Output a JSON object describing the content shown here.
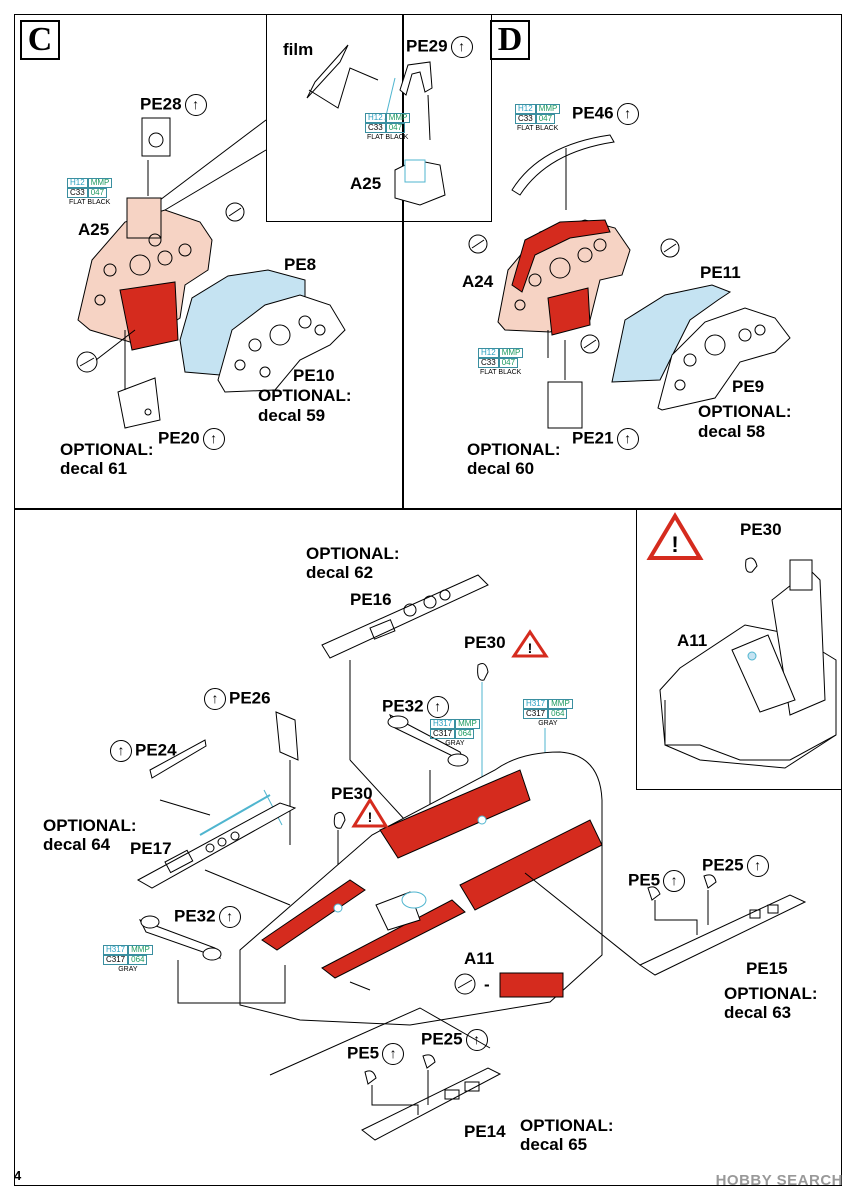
{
  "panel_c": {
    "letter": "C"
  },
  "panel_d": {
    "letter": "D"
  },
  "labels": {
    "film": "film",
    "pe29": "PE29",
    "a25_inset": "A25",
    "pe28": "PE28",
    "a25": "A25",
    "pe8": "PE8",
    "pe10": "PE10",
    "c_opt_59": "OPTIONAL:",
    "decal59": "decal 59",
    "c_opt_61": "OPTIONAL:",
    "decal61": "decal 61",
    "pe20": "PE20",
    "pe46": "PE46",
    "a24": "A24",
    "pe11": "PE11",
    "pe9": "PE9",
    "d_opt_58": "OPTIONAL:",
    "decal58": "decal 58",
    "d_opt_60": "OPTIONAL:",
    "decal60": "decal 60",
    "pe21": "PE21",
    "opt62": "OPTIONAL:",
    "decal62": "decal 62",
    "pe16": "PE16",
    "pe30_top": "PE30",
    "pe32_top": "PE32",
    "pe26": "PE26",
    "pe24": "PE24",
    "opt64": "OPTIONAL:",
    "decal64": "decal 64",
    "pe17": "PE17",
    "pe30_mid": "PE30",
    "pe32_left": "PE32",
    "a11_main": "A11",
    "a11_dash": "-",
    "pe5_right": "PE5",
    "pe25_right": "PE25",
    "pe15": "PE15",
    "opt63": "OPTIONAL:",
    "decal63": "decal 63",
    "pe5_bottom": "PE5",
    "pe25_bottom": "PE25",
    "pe14": "PE14",
    "opt65": "OPTIONAL:",
    "decal65": "decal 65",
    "pe30_inset": "PE30",
    "a11_inset": "A11"
  },
  "paint_codes": {
    "flat_black": {
      "h": "H12",
      "m": "MMP",
      "c": "C33",
      "n": "047",
      "label": "FLAT BLACK"
    },
    "gray": {
      "h": "H317",
      "m": "MMP",
      "c": "C317",
      "n": "064",
      "label": "GRAY"
    }
  },
  "icons": {
    "arrow": "up-arrow-circle-icon",
    "warning": "warning-triangle-icon",
    "no_glue": "no-glue-icon"
  },
  "colors": {
    "interior_red": "#d52b1e",
    "flesh": "#f6d3c4",
    "film_blue": "#c5e3f2",
    "paint_cyan": "#4fb5cf",
    "warning_red": "#d52b1e"
  },
  "footer": {
    "page_number": "4",
    "watermark": "HOBBY SEARCH"
  }
}
